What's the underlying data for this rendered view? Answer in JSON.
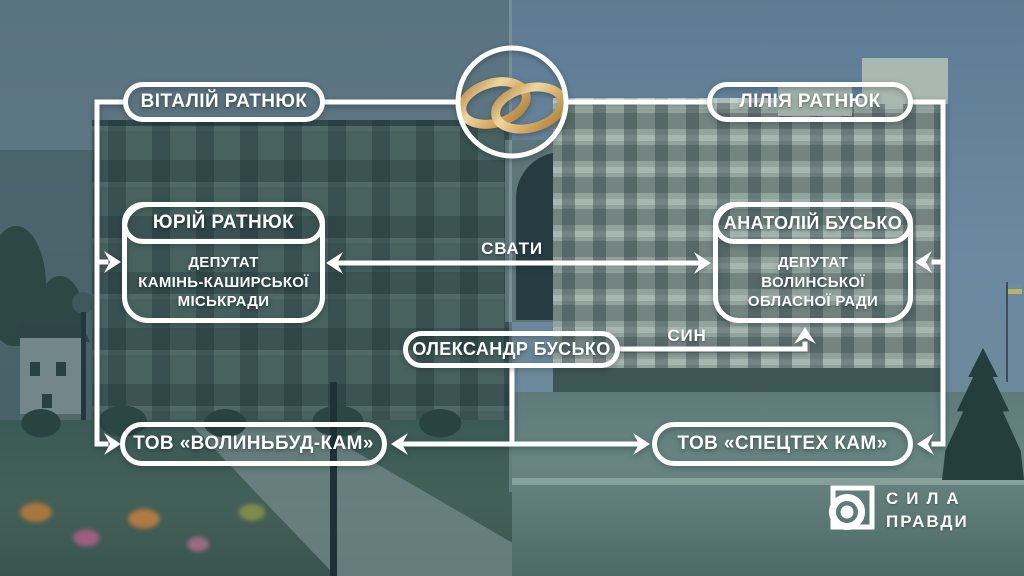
{
  "diagram": {
    "nodes": {
      "vitaliy": {
        "name": "ВІТАЛІЙ РАТНЮК"
      },
      "liliya": {
        "name": "ЛІЛІЯ РАТНЮК"
      },
      "yuriy": {
        "name": "ЮРІЙ РАТНЮК",
        "role_lines": [
          "ДЕПУТАТ",
          "КАМІНЬ-КАШИРСЬКОЇ",
          "МІСЬКРАДИ"
        ]
      },
      "anatoliy": {
        "name": "АНАТОЛІЙ БУСЬКО",
        "role_lines": [
          "ДЕПУТАТ",
          "ВОЛИНСЬКОЇ",
          "ОБЛАСНОЇ РАДИ"
        ]
      },
      "oleksandr": {
        "name": "ОЛЕКСАНДР БУСЬКО"
      },
      "company_left": {
        "name": "ТОВ «ВОЛИНЬБУД-КАМ»"
      },
      "company_right": {
        "name": "ТОВ «СПЕЦТЕХ КАМ»"
      }
    },
    "relations": {
      "inlaws": "СВАТИ",
      "son": "СИН"
    },
    "marriage_icon": "wedding-rings-icon"
  },
  "branding": {
    "logo_line1": "СИЛА",
    "logo_line2": "ПРАВДИ",
    "logo_icon": "syla-pravdy-lens-icon"
  },
  "colors": {
    "line_white": "#ffffff",
    "ring_gold_light": "#eed6a0",
    "ring_gold": "#caa054",
    "ring_gold_dark": "#a87e3e",
    "photo_teal": "#48625f",
    "photo_blue": "#5d7b94"
  }
}
